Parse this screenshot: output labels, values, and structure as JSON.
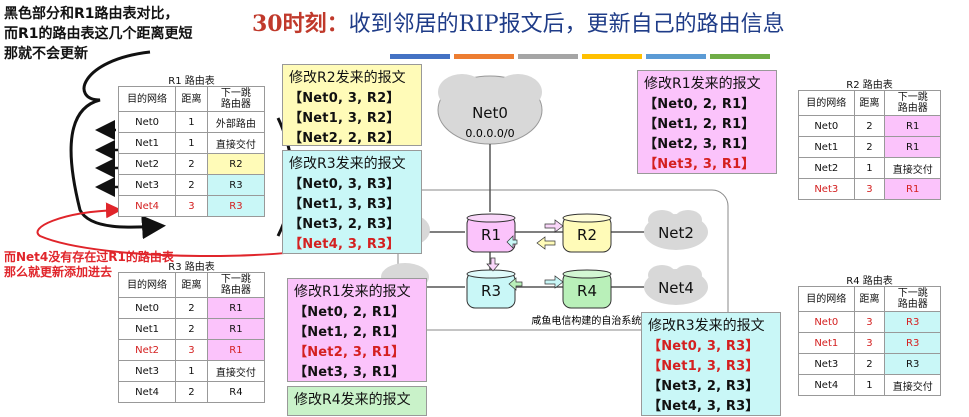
{
  "title": {
    "prefix": "30时刻：",
    "main": "收到邻居的RIP报文后，更新自己的路由信息"
  },
  "notes": {
    "top_left": "黑色部分和R1路由表对比，\n而R1的路由表这几个距离更短\n那就不会更新",
    "red": "而Net4没有存在过R1的路由表\n那么就更新添加进去"
  },
  "colors": {
    "strip": [
      "#4472c4",
      "#ed7d31",
      "#a5a5a5",
      "#ffc000",
      "#5b9bd5",
      "#70ad47"
    ],
    "yellow": "#fffbb8",
    "cyan": "#c9f7f7",
    "pink": "#fbc3fb",
    "red": "#d42020"
  },
  "table_headers": {
    "dest": "目的网络",
    "dist": "距离",
    "next": "下一跳\n路由器"
  },
  "tables": {
    "r1": {
      "caption": "R1 路由表",
      "rows": [
        {
          "dest": "Net0",
          "dist": "1",
          "next": "外部路由",
          "bg": "",
          "red": false
        },
        {
          "dest": "Net1",
          "dist": "1",
          "next": "直接交付",
          "bg": "",
          "red": false
        },
        {
          "dest": "Net2",
          "dist": "2",
          "next": "R2",
          "bg": "y",
          "red": false
        },
        {
          "dest": "Net3",
          "dist": "2",
          "next": "R3",
          "bg": "c",
          "red": false
        },
        {
          "dest": "Net4",
          "dist": "3",
          "next": "R3",
          "bg": "c",
          "red": true
        }
      ]
    },
    "r2": {
      "caption": "R2 路由表",
      "rows": [
        {
          "dest": "Net0",
          "dist": "2",
          "next": "R1",
          "bg": "p",
          "red": false
        },
        {
          "dest": "Net1",
          "dist": "2",
          "next": "R1",
          "bg": "p",
          "red": false
        },
        {
          "dest": "Net2",
          "dist": "1",
          "next": "直接交付",
          "bg": "",
          "red": false
        },
        {
          "dest": "Net3",
          "dist": "3",
          "next": "R1",
          "bg": "p",
          "red": true
        }
      ]
    },
    "r3": {
      "caption": "R3 路由表",
      "rows": [
        {
          "dest": "Net0",
          "dist": "2",
          "next": "R1",
          "bg": "p",
          "red": false
        },
        {
          "dest": "Net1",
          "dist": "2",
          "next": "R1",
          "bg": "p",
          "red": false
        },
        {
          "dest": "Net2",
          "dist": "3",
          "next": "R1",
          "bg": "p",
          "red": true
        },
        {
          "dest": "Net3",
          "dist": "1",
          "next": "直接交付",
          "bg": "",
          "red": false
        },
        {
          "dest": "Net4",
          "dist": "2",
          "next": "R4",
          "bg": "",
          "red": false
        }
      ]
    },
    "r4": {
      "caption": "R4 路由表",
      "rows": [
        {
          "dest": "Net0",
          "dist": "3",
          "next": "R3",
          "bg": "c",
          "red": true
        },
        {
          "dest": "Net1",
          "dist": "3",
          "next": "R3",
          "bg": "c",
          "red": true
        },
        {
          "dest": "Net3",
          "dist": "2",
          "next": "R3",
          "bg": "c",
          "red": false
        },
        {
          "dest": "Net4",
          "dist": "1",
          "next": "直接交付",
          "bg": "",
          "red": false
        }
      ]
    }
  },
  "panels": {
    "from_r2": {
      "header": "修改R2发来的报文",
      "rows": [
        {
          "t": "【Net0, 3, R2】",
          "red": false
        },
        {
          "t": "【Net1, 3, R2】",
          "red": false
        },
        {
          "t": "【Net2, 2, R2】",
          "red": false
        }
      ]
    },
    "from_r3": {
      "header": "修改R3发来的报文",
      "rows": [
        {
          "t": "【Net0, 3, R3】",
          "red": false
        },
        {
          "t": "【Net1, 3, R3】",
          "red": false
        },
        {
          "t": "【Net3, 2, R3】",
          "red": false
        },
        {
          "t": "【Net4, 3, R3】",
          "red": true
        }
      ]
    },
    "from_r1_top": {
      "header": "修改R1发来的报文",
      "rows": [
        {
          "t": "【Net0, 2, R1】",
          "red": false
        },
        {
          "t": "【Net1, 2, R1】",
          "red": false
        },
        {
          "t": "【Net2, 3, R1】",
          "red": false
        },
        {
          "t": "【Net3, 3, R1】",
          "red": true
        }
      ]
    },
    "from_r1_bottom": {
      "header": "修改R1发来的报文",
      "rows": [
        {
          "t": "【Net0, 2, R1】",
          "red": false
        },
        {
          "t": "【Net1, 2, R1】",
          "red": false
        },
        {
          "t": "【Net2, 3, R1】",
          "red": true
        },
        {
          "t": "【Net3, 3, R1】",
          "red": false
        }
      ]
    },
    "from_r3_bottom": {
      "header": "修改R3发来的报文",
      "rows": [
        {
          "t": "【Net0, 3, R3】",
          "red": true
        },
        {
          "t": "【Net1, 3, R3】",
          "red": true
        },
        {
          "t": "【Net3, 2, R3】",
          "red": false
        },
        {
          "t": "【Net4, 3, R3】",
          "red": false
        }
      ]
    },
    "from_r4": {
      "header": "修改R4发来的报文"
    }
  },
  "diagram": {
    "net0": {
      "name": "Net0",
      "addr": "0.0.0.0/0"
    },
    "routers": {
      "r1": "R1",
      "r2": "R2",
      "r3": "R3",
      "r4": "R4"
    },
    "nets": {
      "net2": "Net2",
      "net4": "Net4"
    },
    "as_label": "咸鱼电信构建的自治系统AS"
  }
}
